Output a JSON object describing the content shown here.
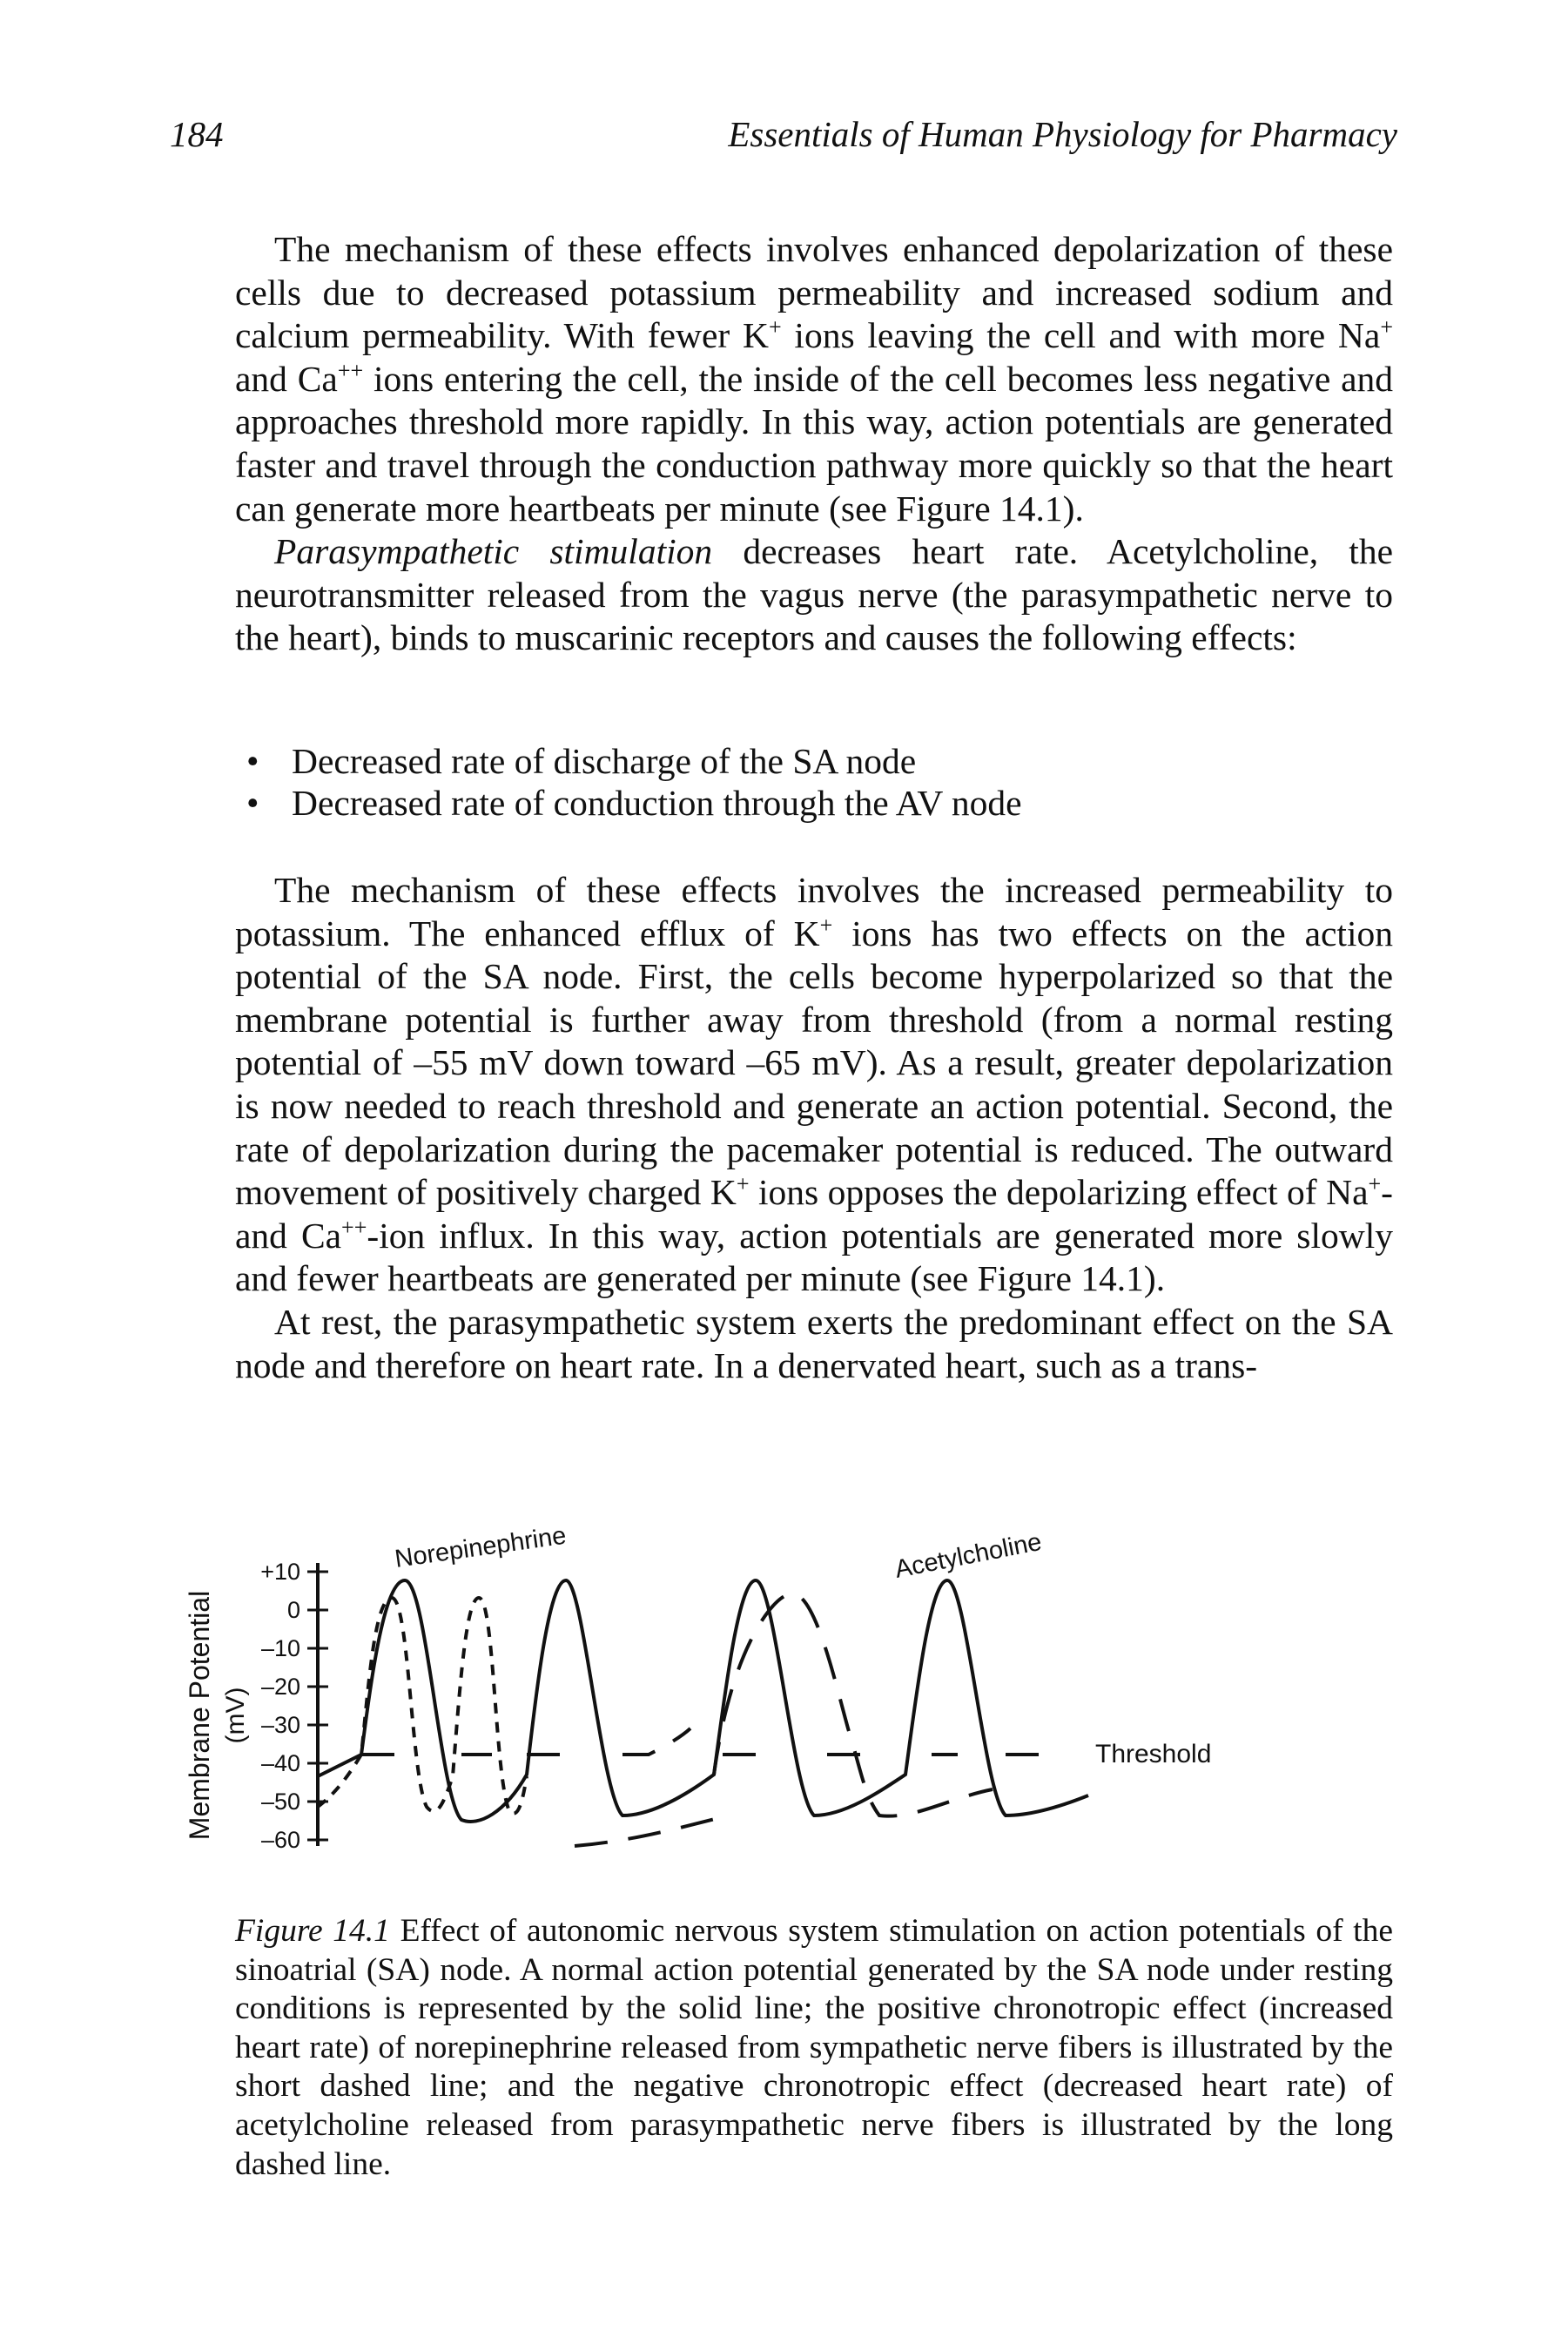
{
  "header": {
    "page_number": "184",
    "running_title": "Essentials of Human Physiology for Pharmacy"
  },
  "body": {
    "para1": {
      "p1": "The mechanism of these effects involves enhanced depolarization of these cells due to decreased potassium permeability and increased sodium and calcium permeability. With fewer K",
      "sup1": "+",
      "p2": " ions leaving the cell and with more Na",
      "sup2": "+",
      "p3": " and Ca",
      "sup3": "++",
      "p4": " ions entering the cell, the inside of the cell becomes less negative and approaches threshold more rapidly. In this way, action potentials are generated faster and travel through the conduction pathway more quickly so that the heart can generate more heartbeats per minute (see Figure 14.1)."
    },
    "para2": {
      "italic_lead": "Parasympathetic stimulation",
      "rest": " decreases heart rate. Acetylcholine, the neurotransmitter released from the vagus nerve (the parasympathetic nerve to the heart), binds to muscarinic receptors and causes the following effects:"
    },
    "bullets": [
      "Decreased rate of discharge of the SA node",
      "Decreased rate of conduction through the AV node"
    ],
    "para3": {
      "p1": "The mechanism of these effects involves the increased permeability to potassium. The enhanced efflux of K",
      "sup1": "+",
      "p2": " ions has two effects on the action potential of the SA node. First, the cells become hyperpolarized so that the membrane potential is further away from threshold (from a normal resting potential of –55 mV down toward –65 mV). As a result, greater depolarization is now needed to reach threshold and generate an action potential. Second, the rate of depolarization during the pacemaker potential is reduced. The outward movement of positively charged K",
      "sup2": "+",
      "p3": " ions opposes the depolarizing effect of Na",
      "sup3": "+",
      "p4": "- and Ca",
      "sup4": "++",
      "p5": "-ion influx. In this way, action potentials are generated more slowly and fewer heartbeats are generated per minute (see Figure 14.1)."
    },
    "para4": "At rest, the parasympathetic system exerts the predominant effect on the SA node and therefore on heart rate. In a denervated heart, such as a trans-"
  },
  "figure": {
    "ylabel_main": "Membrane Potential",
    "ylabel_unit": "(mV)",
    "ticks": [
      "+10",
      "0",
      "–10",
      "–20",
      "–30",
      "–40",
      "–50",
      "–60"
    ],
    "label_norepinephrine": "Norepinephrine",
    "label_acetylcholine": "Acetylcholine",
    "label_threshold": "Threshold",
    "colors": {
      "ink": "#111111"
    }
  },
  "caption": {
    "label": "Figure 14.1",
    "text": " Effect of autonomic nervous system stimulation on action potentials of the sinoatrial (SA) node. A normal action potential generated by the SA node under resting conditions is represented by the solid line; the positive chronotropic effect (increased heart rate) of norepinephrine released from sympathetic nerve fibers is illustrated by the short dashed line; and the negative chronotropic effect (decreased heart rate) of acetylcholine released from parasympathetic nerve fibers is illustrated by the long dashed line."
  }
}
